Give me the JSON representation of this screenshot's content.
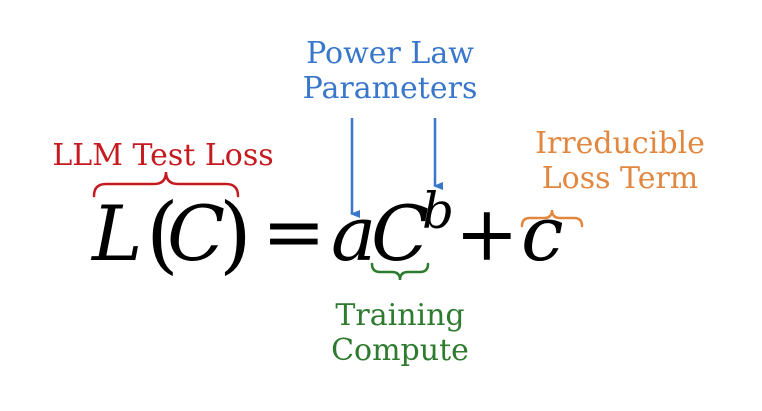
{
  "annotations": {
    "llm_test_loss": "LLM Test Loss",
    "power_law_line1": "Power Law",
    "power_law_line2": "Parameters",
    "irreducible_line1": "Irreducible",
    "irreducible_line2": "Loss Term",
    "training_line1": "Training",
    "training_line2": "Compute"
  },
  "equation": {
    "L": "L",
    "open_paren": "(",
    "C": "C",
    "close_paren": ")",
    "equals": "=",
    "a": "a",
    "C2": "C",
    "b": "b",
    "plus": "+",
    "c": "c"
  },
  "caption": "",
  "colors": {
    "llm_test_loss": "#c41a20",
    "power_law": "#3977cb",
    "irreducible": "#e2873f",
    "training_compute": "#2e7a2e"
  }
}
